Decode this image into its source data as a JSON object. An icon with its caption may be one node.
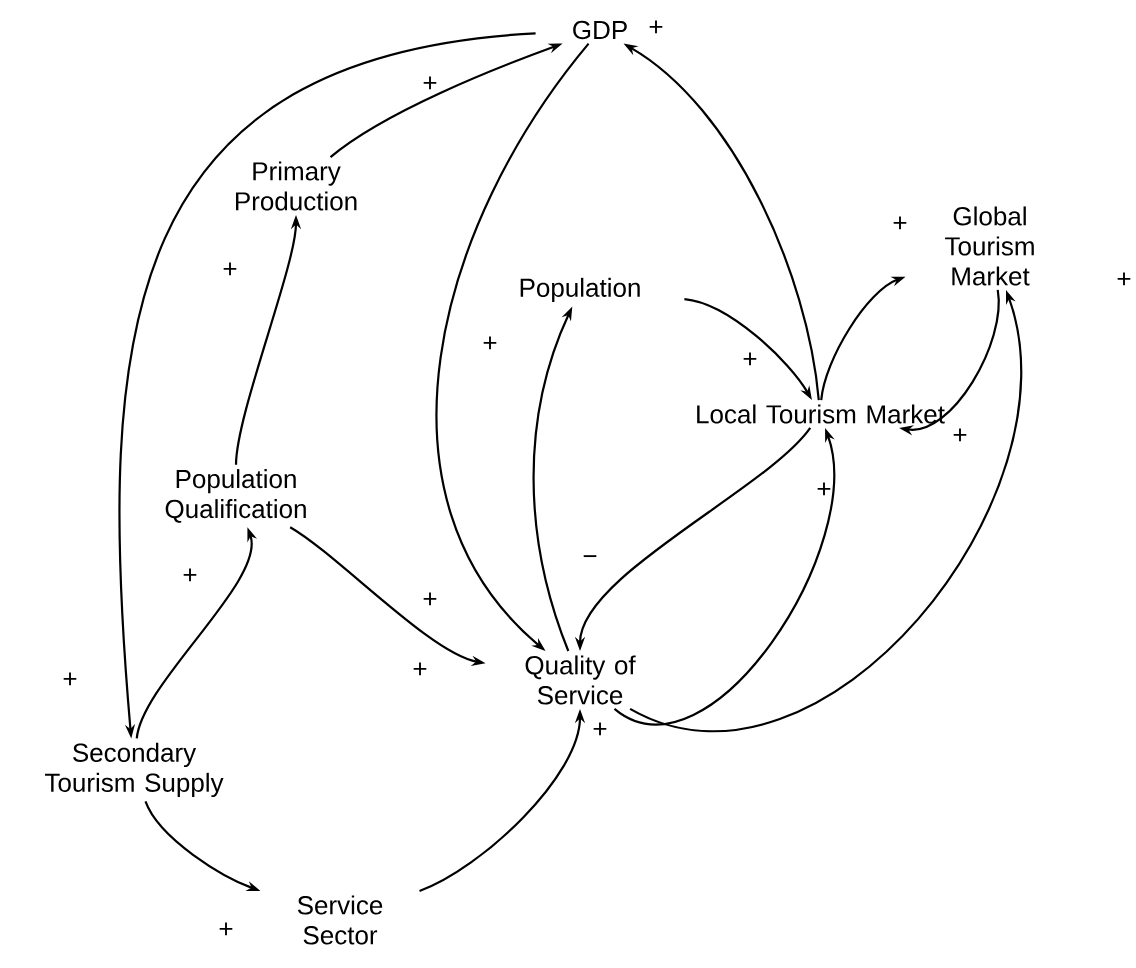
{
  "diagram": {
    "nodes": [
      {
        "text": [
          "GDP"
        ]
      },
      {
        "text": [
          "Primary Production"
        ]
      },
      {
        "text": [
          "Population"
        ]
      },
      {
        "text": [
          "Global Tourism Market"
        ]
      },
      {
        "text": [
          "Local Tourism Market"
        ]
      },
      {
        "text": [
          "Population Qualification"
        ]
      },
      {
        "text": [
          "Quality of Service"
        ]
      },
      {
        "text": [
          "Secondary Tourism Supply"
        ]
      },
      {
        "text": [
          "Service Sector"
        ]
      }
    ],
    "edges": [
      {
        "from": 1,
        "to": 0,
        "arrow": "to",
        "label": "+"
      },
      {
        "from": 4,
        "to": 0,
        "arrow": "to",
        "label": "+"
      },
      {
        "from": 0,
        "to": 7,
        "arrow": "to",
        "label": "+"
      },
      {
        "from": 0,
        "to": 6,
        "arrow": "to",
        "label": "+"
      },
      {
        "from": 6,
        "to": 2,
        "arrow": "to",
        "label": "+"
      },
      {
        "from": 5,
        "to": 6,
        "arrow": "to",
        "label": "+"
      },
      {
        "from": 5,
        "to": 1,
        "arrow": "to",
        "label": "+"
      },
      {
        "from": 7,
        "to": 5,
        "arrow": "to",
        "label": "+"
      },
      {
        "from": 7,
        "to": 8,
        "arrow": "to",
        "label": "+"
      },
      {
        "from": 8,
        "to": 6,
        "arrow": "to",
        "label": "+"
      },
      {
        "from": 2,
        "to": 4,
        "arrow": "to",
        "label": "+"
      },
      {
        "from": 4,
        "to": 3,
        "arrow": "to",
        "label": "+"
      },
      {
        "from": 3,
        "to": 4,
        "arrow": "to",
        "label": "+"
      },
      {
        "from": 4,
        "to": 6,
        "arrow": "to",
        "label": "−"
      },
      {
        "from": 6,
        "to": 4,
        "arrow": "to",
        "label": "+"
      },
      {
        "from": 6,
        "to": 3,
        "arrow": "to",
        "label": "+"
      }
    ]
  }
}
